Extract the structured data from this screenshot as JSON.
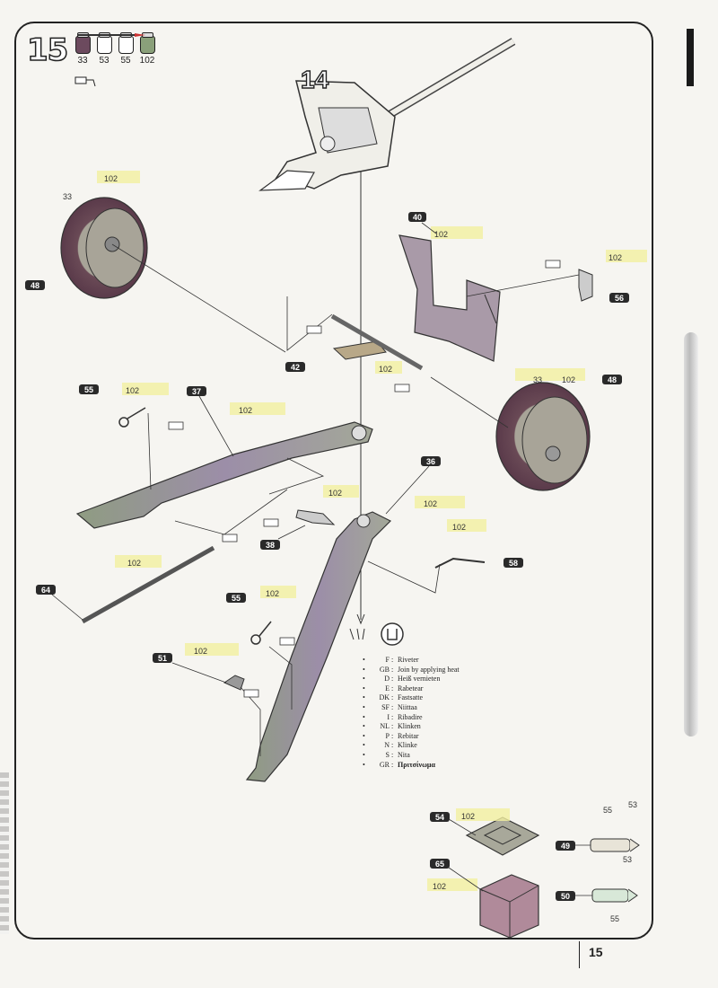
{
  "step": "15",
  "page_number": "15",
  "subassembly_ref": "14",
  "paints": [
    {
      "code": "33",
      "color": "#6c4a5e"
    },
    {
      "code": "53",
      "color": "#ffffff"
    },
    {
      "code": "55",
      "color": "#ffffff"
    },
    {
      "code": "102",
      "color": "#8aa07a"
    }
  ],
  "colors": {
    "highlight": "#f3f0a0",
    "badge": "#2a2a2a",
    "frame": "#222222",
    "part_tone": "#a8a6a0",
    "tyre": "#6a4a56",
    "metal": "#8f9c82"
  },
  "parts": [
    {
      "id": "40",
      "paint": "102"
    },
    {
      "id": "56",
      "paint": "102"
    },
    {
      "id": "48",
      "paint": [
        "33",
        "102"
      ]
    },
    {
      "id": "48b",
      "label": "48",
      "paint": [
        "33",
        "102"
      ]
    },
    {
      "id": "42",
      "paint": "102"
    },
    {
      "id": "55",
      "paint": "102"
    },
    {
      "id": "37",
      "paint": "102"
    },
    {
      "id": "36",
      "paint": "102"
    },
    {
      "id": "38",
      "paint": "102"
    },
    {
      "id": "58",
      "paint": "102"
    },
    {
      "id": "64",
      "paint": "102"
    },
    {
      "id": "55b",
      "label": "55",
      "paint": "102"
    },
    {
      "id": "51",
      "paint": "102"
    },
    {
      "id": "54",
      "paint": "102"
    },
    {
      "id": "65",
      "paint": "102"
    },
    {
      "id": "49",
      "paint": [
        "55",
        "53"
      ]
    },
    {
      "id": "50",
      "paint": [
        "53",
        "55"
      ]
    }
  ],
  "legend": [
    {
      "code": "F",
      "text": "Riveter"
    },
    {
      "code": "GB",
      "text": "Join by applying heat"
    },
    {
      "code": "D",
      "text": "Heiß vernieten"
    },
    {
      "code": "E",
      "text": "Rabetear"
    },
    {
      "code": "DK",
      "text": "Fastsatte"
    },
    {
      "code": "SF",
      "text": "Niittaa"
    },
    {
      "code": "I",
      "text": "Ribadire"
    },
    {
      "code": "NL",
      "text": "Klinken"
    },
    {
      "code": "P",
      "text": "Rebitar"
    },
    {
      "code": "N",
      "text": "Klinke"
    },
    {
      "code": "S",
      "text": "Nita"
    },
    {
      "code": "GR",
      "text": "Πριτσίνωμα"
    }
  ]
}
